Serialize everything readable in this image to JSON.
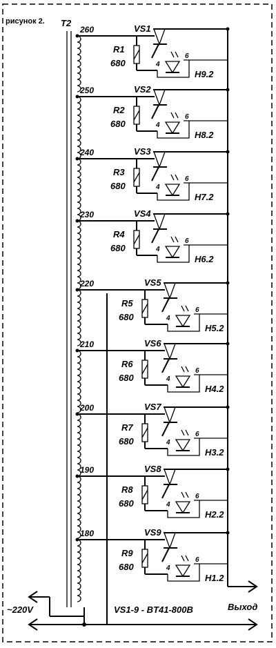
{
  "figure_label": "рисунок 2.",
  "transformer_label": "T2",
  "input_label": "~220V",
  "device_note": "VS1-9  - BT41-800B",
  "output_label": "Выход",
  "resistor_value": "680",
  "pin_4": "4",
  "pin_6": "6",
  "stages": [
    {
      "tap": "260",
      "triac": "VS1",
      "resistor": "R1",
      "opto": "H9.2"
    },
    {
      "tap": "250",
      "triac": "VS2",
      "resistor": "R2",
      "opto": "H8.2"
    },
    {
      "tap": "240",
      "triac": "VS3",
      "resistor": "R3",
      "opto": "H7.2"
    },
    {
      "tap": "230",
      "triac": "VS4",
      "resistor": "R4",
      "opto": "H6.2"
    },
    {
      "tap": "220",
      "triac": "VS5",
      "resistor": "R5",
      "opto": "H5.2"
    },
    {
      "tap": "210",
      "triac": "VS6",
      "resistor": "R6",
      "opto": "H4.2"
    },
    {
      "tap": "200",
      "triac": "VS7",
      "resistor": "R7",
      "opto": "H3.2"
    },
    {
      "tap": "190",
      "triac": "VS8",
      "resistor": "R8",
      "opto": "H2.2"
    },
    {
      "tap": "180",
      "triac": "VS9",
      "resistor": "R9",
      "opto": "H1.2"
    }
  ]
}
